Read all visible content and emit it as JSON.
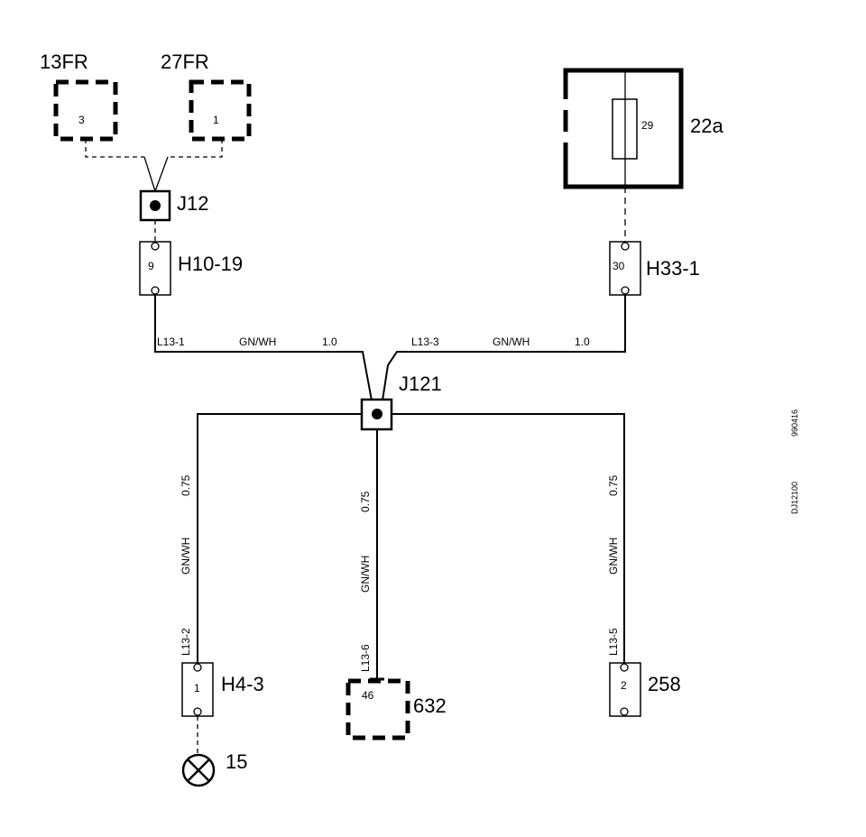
{
  "components": {
    "c13fr": {
      "label": "13FR",
      "pin": "3"
    },
    "c27fr": {
      "label": "27FR",
      "pin": "1"
    },
    "c22a": {
      "label": "22a",
      "pin": "29"
    },
    "j12": {
      "label": "J12"
    },
    "h10_19": {
      "label": "H10-19",
      "pin": "9"
    },
    "h33_1": {
      "label": "H33-1",
      "pin": "30"
    },
    "j121": {
      "label": "J121"
    },
    "h4_3": {
      "label": "H4-3",
      "pin": "1"
    },
    "c632": {
      "label": "632",
      "pin": "46"
    },
    "c258": {
      "label": "258",
      "pin": "2"
    },
    "lamp15": {
      "label": "15"
    }
  },
  "wires": {
    "l13_1": {
      "id": "L13-1",
      "color": "GN/WH",
      "size": "1.0"
    },
    "l13_3": {
      "id": "L13-3",
      "color": "GN/WH",
      "size": "1.0"
    },
    "l13_2": {
      "id": "L13-2",
      "color": "GN/WH",
      "size": "0.75"
    },
    "l13_6": {
      "id": "L13-6",
      "color": "GN/WH",
      "size": "0.75"
    },
    "l13_5": {
      "id": "L13-5",
      "color": "GN/WH",
      "size": "0.75"
    }
  },
  "side_codes": {
    "top": "990416",
    "bottom": "DJ12100"
  }
}
